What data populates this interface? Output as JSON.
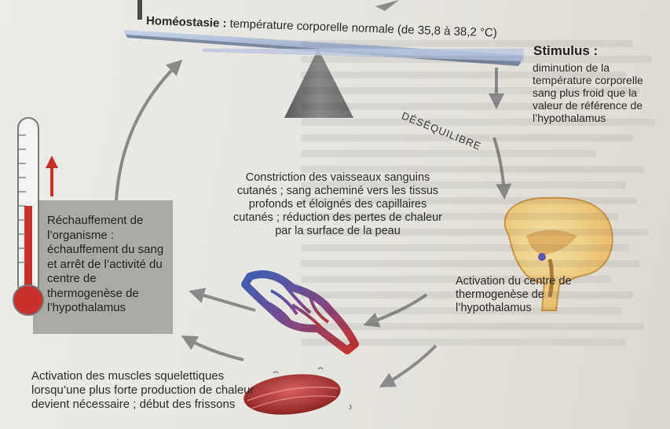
{
  "homeostasis": {
    "title": "Homéostasie :",
    "text": " température corporelle normale (de 35,8 à 38,2 °C)"
  },
  "stimulus": {
    "title": "Stimulus :",
    "text": "diminution de la température corporelle sang plus froid que la valeur de référence de l’hypothalamus"
  },
  "disequilibrium": "DÉSÉQUILIBRE",
  "vasoconstriction": "Constriction des vaisseaux sanguins cutanés ; sang acheminé vers les tissus profonds et éloignés des capillaires cutanés ; réduction des pertes de chaleur par la surface de la peau",
  "brain_activation": "Activation du centre de thermogenèse de l’hypothalamus",
  "warming": "Réchauffement de l’organisme : échauffement du sang et arrêt de l’activité du centre de thermogenèse de l’hypothalamus",
  "muscles": "Activation des muscles squelettiques lorsqu’une plus forte production de chaleur devient nécessaire ; début des frissons",
  "colors": {
    "arrow": "#8a8a8a",
    "warming_box": "#a9a9a6",
    "thermometer_red": "#c8302a",
    "beam": "#9fb0cc"
  },
  "icons": [
    "thermometer-icon",
    "up-arrow-icon",
    "brain-icon",
    "blood-vessels-icon",
    "muscle-icon"
  ]
}
